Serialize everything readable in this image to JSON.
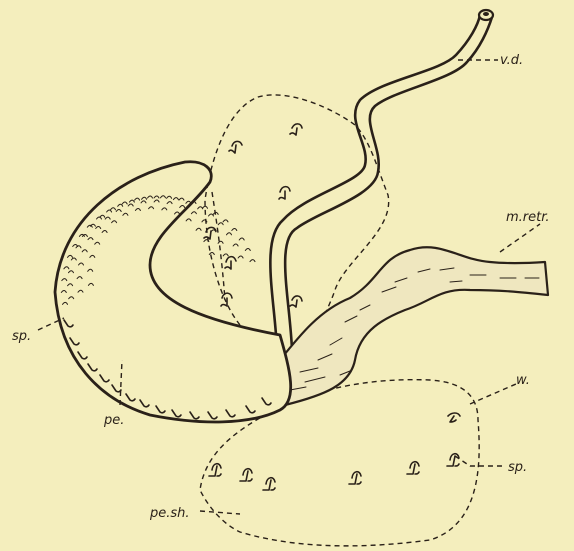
{
  "labels": {
    "vd": "v.d.",
    "mretr": "m.retr.",
    "sp_left": "sp.",
    "pe": "pe.",
    "w": "w.",
    "sp_right": "sp.",
    "pesh": "pe.sh."
  },
  "colors": {
    "background": "#f4eebd",
    "ink": "#2a2119"
  }
}
